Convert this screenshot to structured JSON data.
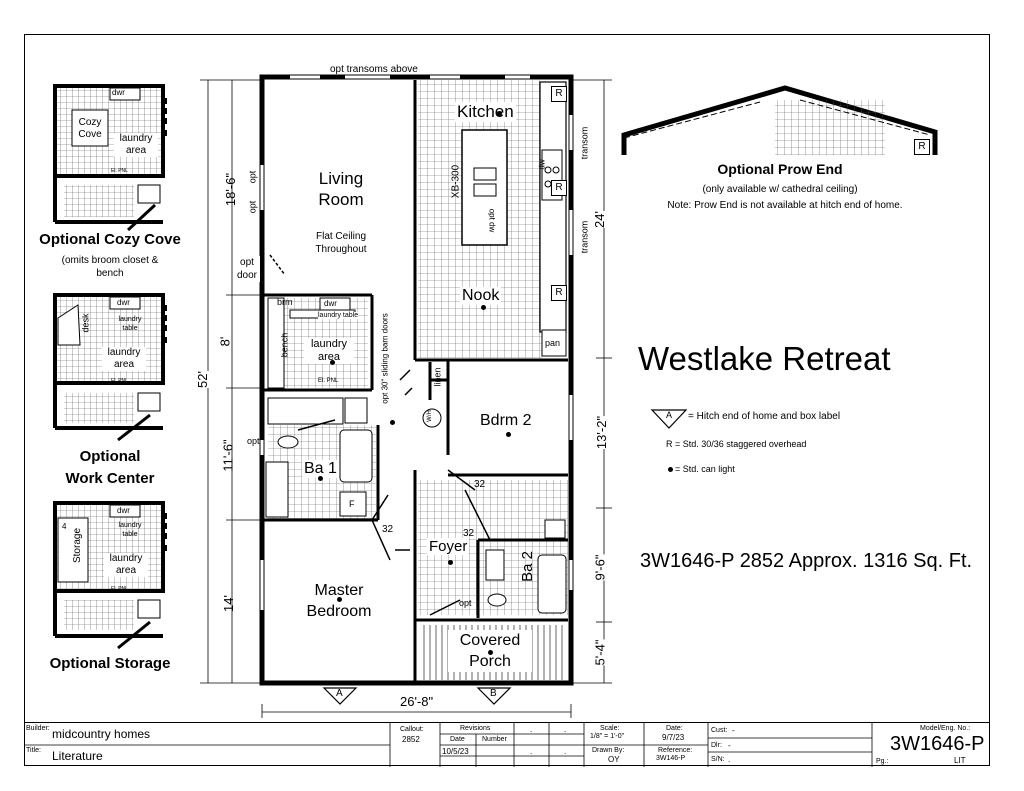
{
  "floorplan": {
    "opt_transoms_above": "opt transoms above",
    "rooms": {
      "kitchen": "Kitchen",
      "living_room": [
        "Living",
        "Room"
      ],
      "flat_ceiling": [
        "Flat Ceiling",
        "Throughout"
      ],
      "xb300": "XB-300",
      "dw": "dw",
      "opt_dw": "opt dw",
      "nook": "Nook",
      "pan": "pan",
      "brm": "brm",
      "dwr": "dwr",
      "laundry_table": "laundry table",
      "bench": "bench",
      "laundry_area": [
        "laundry",
        "area"
      ],
      "el_pnl": "El. PNL",
      "linen": "linen",
      "wh": "W/H",
      "opt_sliding_barn": "opt 30\" sliding barn doors",
      "bdrm2": "Bdrm 2",
      "ba1": "Ba 1",
      "f_label": "F",
      "ba2": "Ba 2",
      "foyer": "Foyer",
      "master": [
        "Master",
        "Bedroom"
      ],
      "covered_porch": [
        "Covered",
        "Porch"
      ],
      "opt_door": [
        "opt",
        "door"
      ],
      "opt": "opt",
      "door32": "32",
      "transom": "transom",
      "r": "R"
    },
    "dimensions": {
      "left": [
        "18'-6\"",
        "8'",
        "11'-6\"",
        "14'"
      ],
      "overall": "52'",
      "right": [
        "24'",
        "13'-2\"",
        "9'-6\"",
        "5'-4\""
      ],
      "bottom": "26'-8\"",
      "marker_a": "A",
      "marker_b": "B"
    }
  },
  "options": {
    "cozy": {
      "title": "Optional Cozy Cove",
      "note": [
        "(omits broom closet &",
        "bench"
      ],
      "dwr": "dwr",
      "cozy": [
        "Cozy",
        "Cove"
      ],
      "laundry": [
        "laundry",
        "area"
      ],
      "el": "El. PNL"
    },
    "work": {
      "title": [
        "Optional",
        "Work Center"
      ],
      "dwr": "dwr",
      "desk": "desk",
      "table": [
        "laundry",
        "table"
      ],
      "laundry": [
        "laundry",
        "area"
      ],
      "el": "El. PNL"
    },
    "storage": {
      "title": "Optional Storage",
      "dwr": "dwr",
      "storage": "Storage",
      "four": "4",
      "table": [
        "laundry",
        "table"
      ],
      "laundry": [
        "laundry",
        "area"
      ],
      "el": "El. PNL"
    }
  },
  "prow": {
    "title": "Optional Prow End",
    "sub": "(only available w/ cathedral ceiling)",
    "note": "Note: Prow End is not available at hitch end of home.",
    "r": "R"
  },
  "info": {
    "model_name": "Westlake Retreat",
    "legend_a": "A",
    "legend_hitch": "= Hitch end of home and box label",
    "legend_r": "R = Std. 30/36 staggered overhead",
    "legend_light": "= Std. can light",
    "model_line": "3W1646-P 2852 Approx. 1316 Sq. Ft."
  },
  "titleblock": {
    "builder_label": "Builder:",
    "builder": "midcountry homes",
    "title_label": "Title:",
    "title": "Literature",
    "callout_label": "Callout:",
    "callout": "2852",
    "revisions_label": "Revisions",
    "date_label": "Date",
    "number_label": "Number",
    "rev_date": "10/5/23",
    "scale_label": "Scale:",
    "scale": "1/8\" = 1'-0\"",
    "drawnby_label": "Drawn By:",
    "drawnby": "OY",
    "date2_label": "Date:",
    "date2": "9/7/23",
    "ref_label": "Reference:",
    "ref": "3W146-P",
    "cust_label": "Cust:",
    "cust": "-",
    "dlr_label": "Dlr:",
    "dlr": "-",
    "sn_label": "S/N:",
    "sn": ".",
    "model_label": "Model/Eng. No.:",
    "model": "3W1646-P",
    "pg_label": "Pg.:",
    "pg": "LIT",
    "dot": "."
  }
}
